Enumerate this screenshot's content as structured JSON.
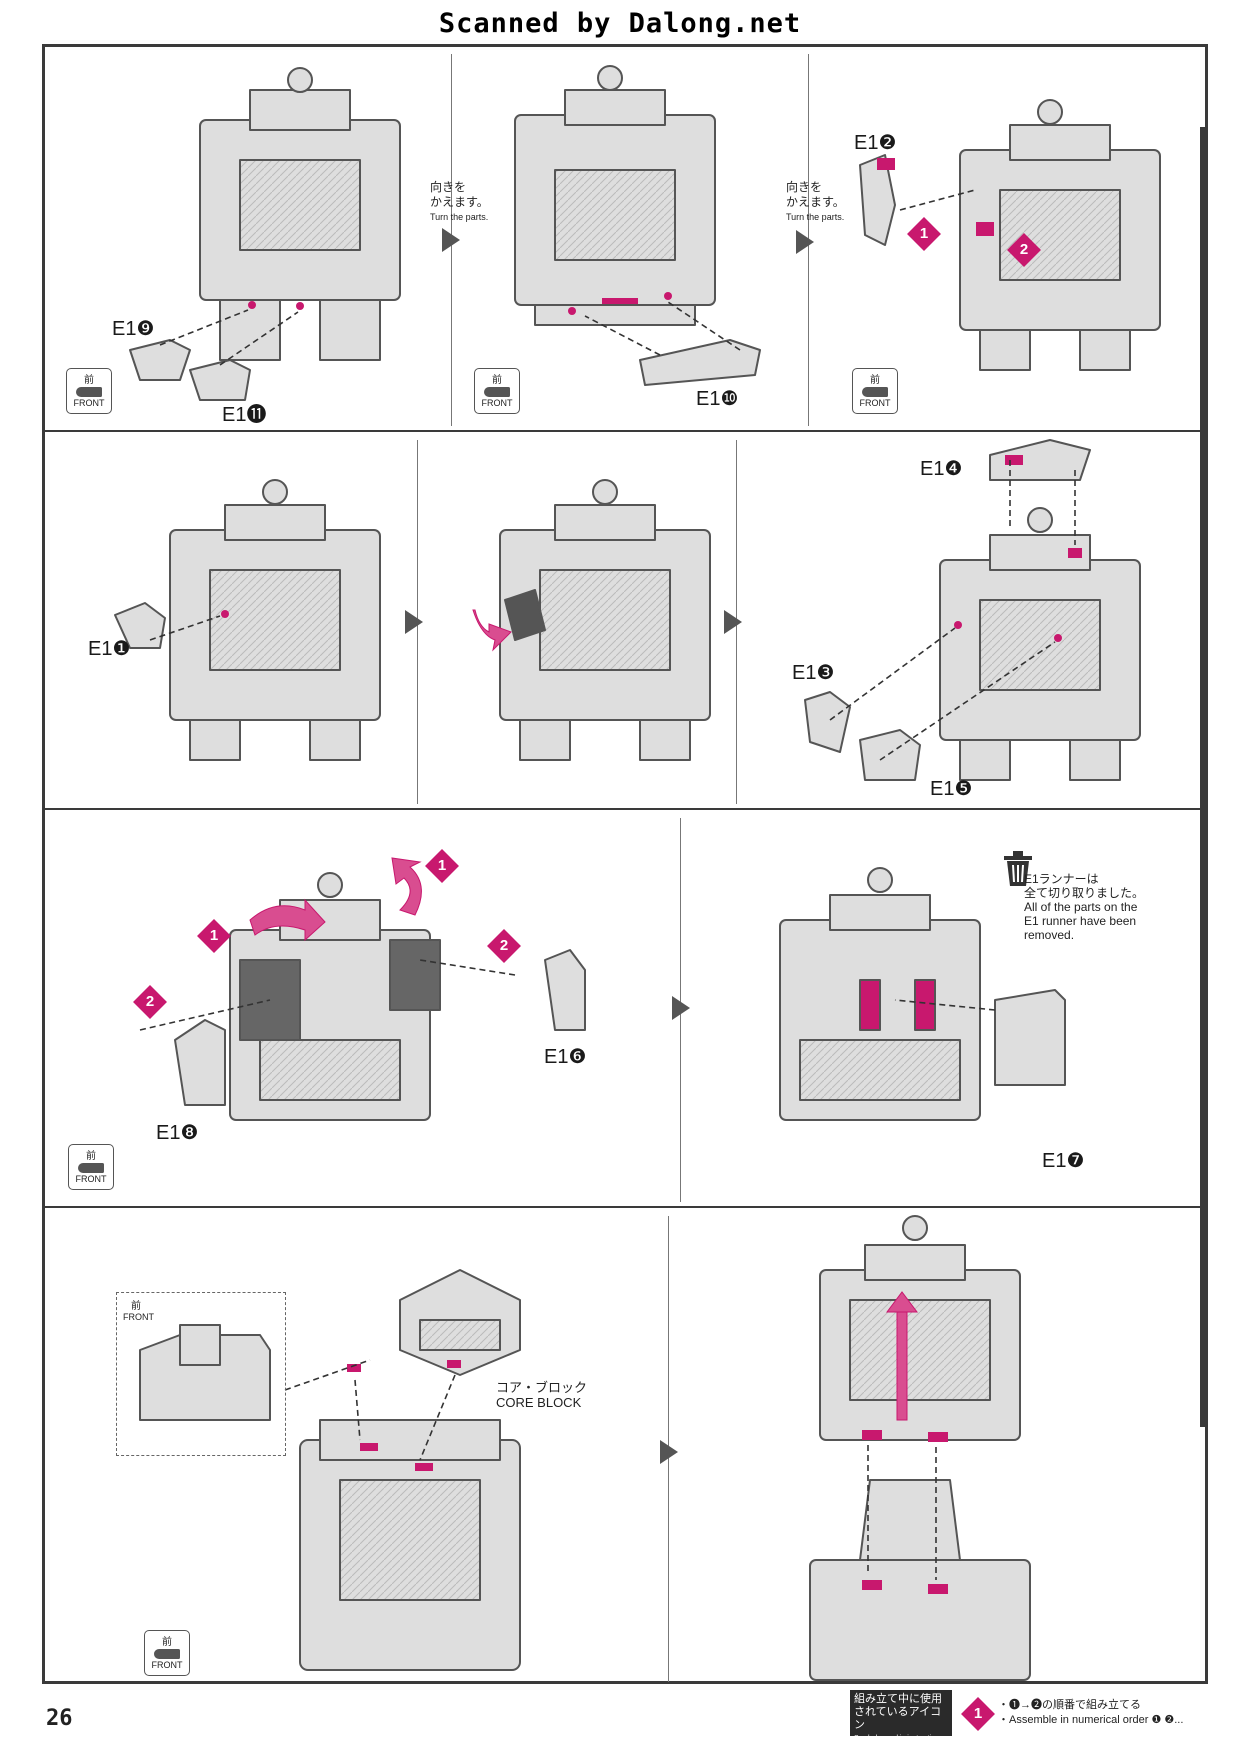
{
  "header": {
    "scan_credit": "Scanned by Dalong.net"
  },
  "page": {
    "number": "26"
  },
  "turn_note": {
    "jp_line1": "向きを",
    "jp_line2": "かえます。",
    "en": "Turn the parts."
  },
  "front_badge": {
    "jp": "前",
    "en": "FRONT"
  },
  "row1": {
    "labels": [
      "E1❾",
      "E1⓫",
      "E1❿",
      "E1❷"
    ]
  },
  "row2": {
    "labels": [
      "E1❶",
      "E1❹",
      "E1❸",
      "E1❺"
    ]
  },
  "row3": {
    "labels": [
      "E1❽",
      "E1❻",
      "E1❼"
    ],
    "runner_note": {
      "jp1": "E1ランナーは",
      "jp2": "全て切り取りました。",
      "en1": "All of the parts on the",
      "en2": "E1 runner have been",
      "en3": "removed."
    }
  },
  "row4": {
    "core_block_jp": "コア・ブロック",
    "core_block_en": "CORE BLOCK"
  },
  "step_numbers": [
    "1",
    "2"
  ],
  "legend": {
    "box_jp1": "組み立て中に使用",
    "box_jp2": "されているアイコン",
    "box_en": "Symbols used in instructions",
    "line1": "・❶→❷の順番で組み立てる",
    "line2": "・Assemble in numerical order ❶ ❷..."
  },
  "colors": {
    "accent": "#c8186e",
    "line": "#3a3a3a",
    "part_fill": "#dcdcdc",
    "part_stroke": "#555555"
  }
}
